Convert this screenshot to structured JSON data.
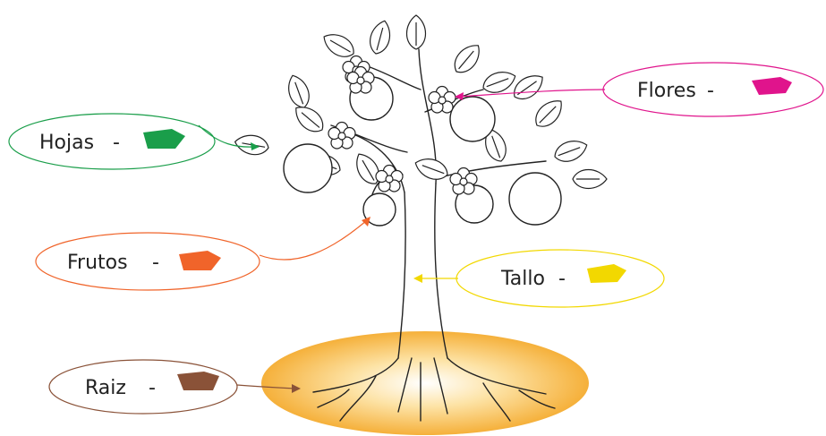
{
  "labels": {
    "flores": "Flores",
    "hojas": "Hojas",
    "frutos": "Frutos",
    "tallo": "Tallo",
    "raiz": "Raiz",
    "dash": "-"
  },
  "colors": {
    "flores": "#e0148c",
    "hojas": "#1a9e4a",
    "frutos": "#f0642a",
    "tallo": "#f2d800",
    "raiz": "#8a5238",
    "outline": "#222222",
    "ground": "#f6b43c"
  }
}
